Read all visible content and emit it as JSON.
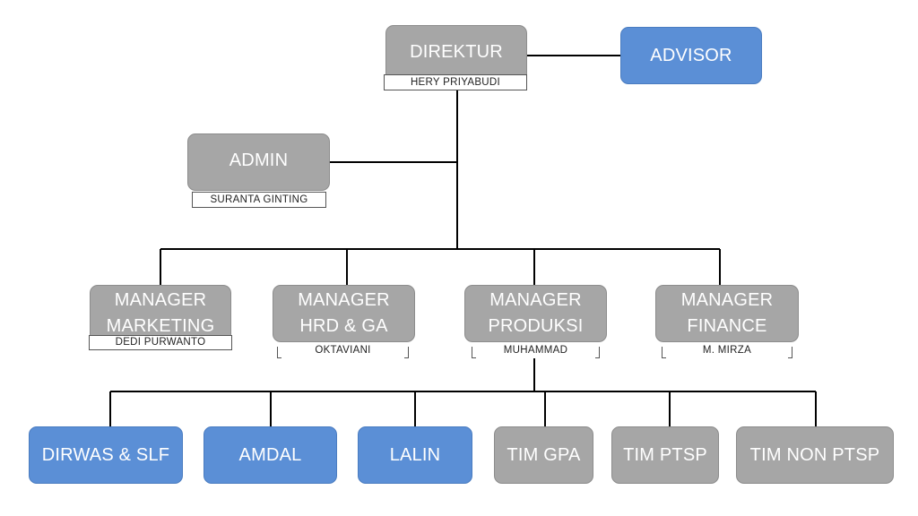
{
  "org_chart": {
    "top": {
      "direktur": {
        "title": "DIREKTUR",
        "person": "HERY PRIYABUDI"
      },
      "advisor": {
        "title": "ADVISOR"
      },
      "admin": {
        "title": "ADMIN",
        "person": "SURANTA GINTING"
      }
    },
    "managers": [
      {
        "title_line1": "MANAGER",
        "title_line2": "MARKETING",
        "person": "DEDI PURWANTO"
      },
      {
        "title_line1": "MANAGER",
        "title_line2": "HRD & GA",
        "person": "OKTAVIANI"
      },
      {
        "title_line1": "MANAGER",
        "title_line2": "PRODUKSI",
        "person": "MUHAMMAD"
      },
      {
        "title_line1": "MANAGER",
        "title_line2": "FINANCE",
        "person": "M. MIRZA"
      }
    ],
    "teams": [
      {
        "title": "DIRWAS & SLF",
        "color": "#5b8fd6"
      },
      {
        "title": "AMDAL",
        "color": "#5b8fd6"
      },
      {
        "title": "LALIN",
        "color": "#5b8fd6"
      },
      {
        "title": "TIM GPA",
        "color": "#a6a6a6"
      },
      {
        "title": "TIM PTSP",
        "color": "#a6a6a6"
      },
      {
        "title": "TIM NON PTSP",
        "color": "#a6a6a6"
      }
    ]
  },
  "colors": {
    "gray_box": "#a6a6a6",
    "blue_box": "#5b8fd6",
    "connector": "#000000"
  }
}
